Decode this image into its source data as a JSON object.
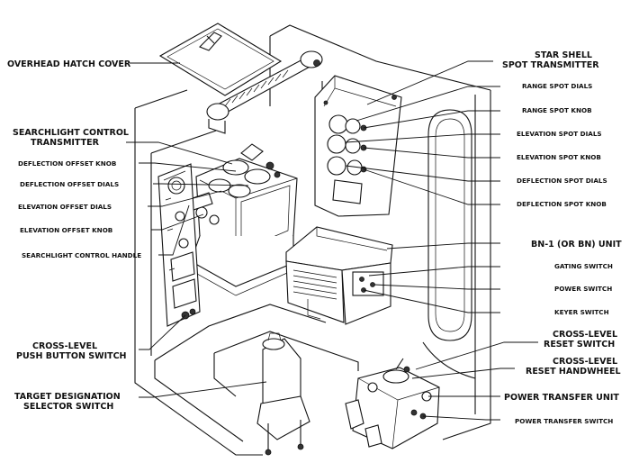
{
  "labels": {
    "overhead_hatch_cover": "OVERHEAD HATCH COVER",
    "searchlight_control_transmitter_1": "SEARCHLIGHT CONTROL",
    "searchlight_control_transmitter_2": "TRANSMITTER",
    "deflection_offset_knob": "DEFLECTION OFFSET KNOB",
    "deflection_offset_dials": "DEFLECTION OFFSET DIALS",
    "elevation_offset_dials": "ELEVATION OFFSET DIALS",
    "elevation_offset_knob": "ELEVATION OFFSET KNOB",
    "searchlight_control_handle": "SEARCHLIGHT CONTROL HANDLE",
    "cross_level_push_button_switch_1": "CROSS-LEVEL",
    "cross_level_push_button_switch_2": "PUSH BUTTON SWITCH",
    "target_designation_selector_switch_1": "TARGET DESIGNATION",
    "target_designation_selector_switch_2": "SELECTOR SWITCH",
    "star_shell_spot_transmitter_1": "STAR SHELL",
    "star_shell_spot_transmitter_2": "SPOT TRANSMITTER",
    "range_spot_dials": "RANGE SPOT DIALS",
    "range_spot_knob": "RANGE SPOT KNOB",
    "elevation_spot_dials": "ELEVATION SPOT DIALS",
    "elevation_spot_knob": "ELEVATION SPOT KNOB",
    "deflection_spot_dials": "DEFLECTION SPOT DIALS",
    "deflection_spot_knob": "DEFLECTION SPOT KNOB",
    "bn1_unit": "BN-1 (OR BN) UNIT",
    "gating_switch": "GATING SWITCH",
    "power_switch": "POWER SWITCH",
    "keyer_switch": "KEYER SWITCH",
    "cross_level_reset_switch_1": "CROSS-LEVEL",
    "cross_level_reset_switch_2": "RESET SWITCH",
    "cross_level_reset_handwheel_1": "CROSS-LEVEL",
    "cross_level_reset_handwheel_2": "RESET HANDWHEEL",
    "power_transfer_unit": "POWER TRANSFER UNIT",
    "power_transfer_switch": "POWER TRANSFER SWITCH"
  }
}
